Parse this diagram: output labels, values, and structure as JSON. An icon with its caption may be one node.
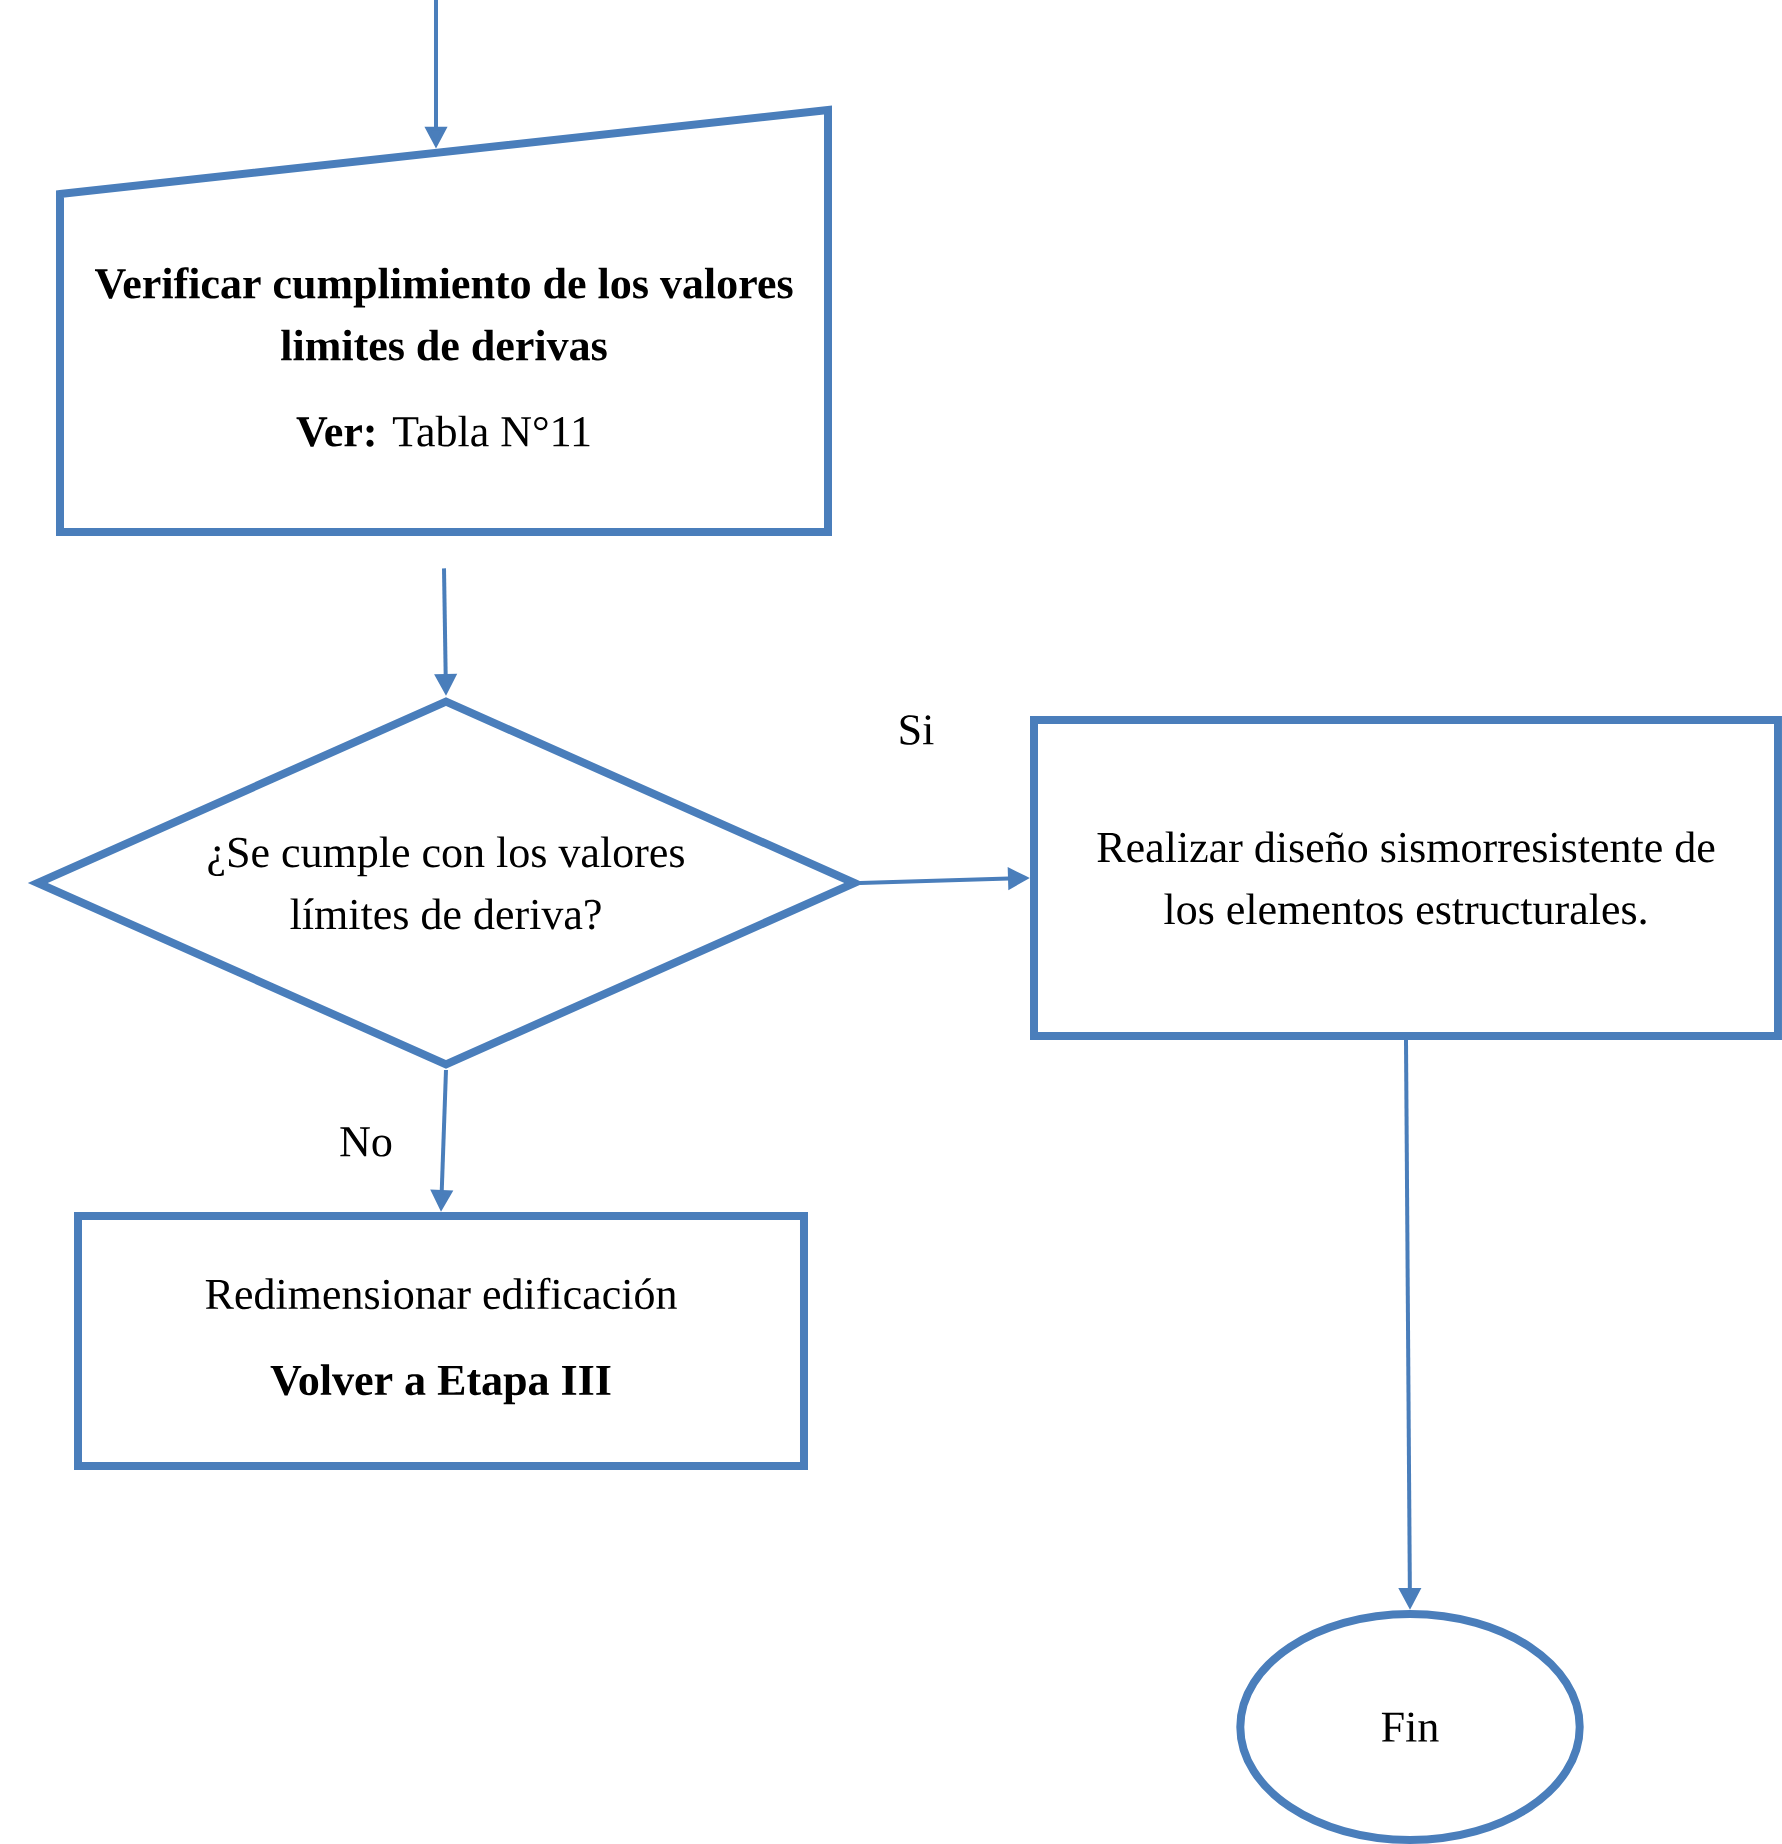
{
  "diagram": {
    "nodes": [
      {
        "text": [
          "Verificar cumplimiento de los valores limites de derivas",
          "**Ver:** Tabla N°11"
        ]
      },
      {
        "text": [
          "¿Se cumple con los valores límites de deriva?"
        ]
      },
      {
        "text": [
          "Realizar diseño sismorresistente de los elementos estructurales."
        ]
      },
      {
        "text": [
          "Redimensionar edificación",
          "Volver a Etapa III"
        ]
      },
      {
        "text": [
          "Fin"
        ]
      }
    ],
    "edges": [
      {
        "from": null,
        "to": 0,
        "arrow": "to"
      },
      {
        "from": 0,
        "to": 1,
        "arrow": "to"
      },
      {
        "from": 1,
        "to": 2,
        "arrow": "to",
        "label": "Si"
      },
      {
        "from": 1,
        "to": 3,
        "arrow": "to",
        "label": "No"
      },
      {
        "from": 2,
        "to": 4,
        "arrow": "to"
      }
    ]
  }
}
